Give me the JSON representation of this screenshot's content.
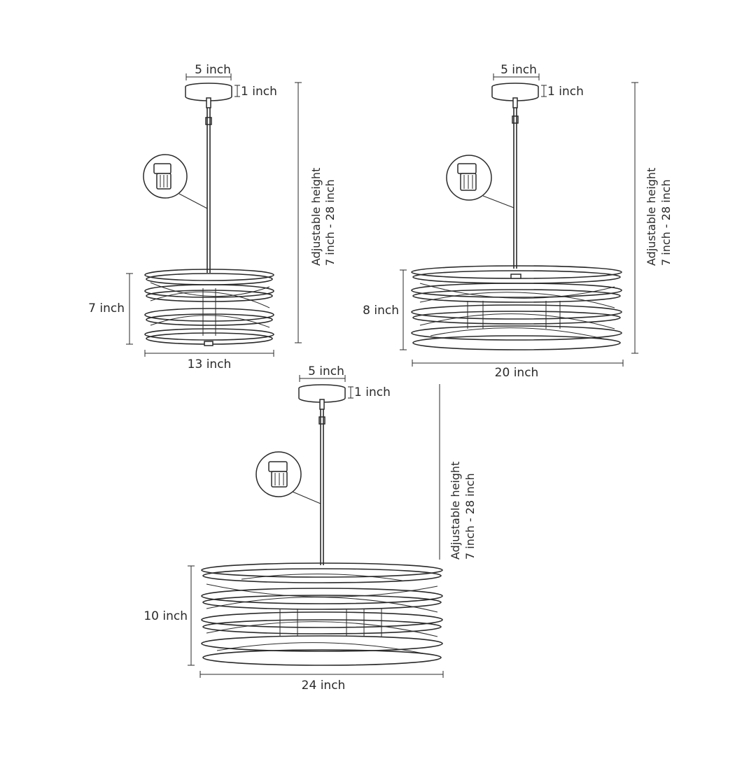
{
  "fixtures": [
    {
      "canopy_width": "5 inch",
      "canopy_height": "1 inch",
      "adjustable_title": "Adjustable height",
      "adjustable_range": "7 inch - 28 inch",
      "shade_height": "7 inch",
      "shade_width": "13 inch"
    },
    {
      "canopy_width": "5 inch",
      "canopy_height": "1 inch",
      "adjustable_title": "Adjustable height",
      "adjustable_range": "7 inch - 28 inch",
      "shade_height": "8 inch",
      "shade_width": "20 inch"
    },
    {
      "canopy_width": "5 inch",
      "canopy_height": "1 inch",
      "adjustable_title": "Adjustable height",
      "adjustable_range": "7 inch - 28 inch",
      "shade_height": "10 inch",
      "shade_width": "24 inch"
    }
  ]
}
